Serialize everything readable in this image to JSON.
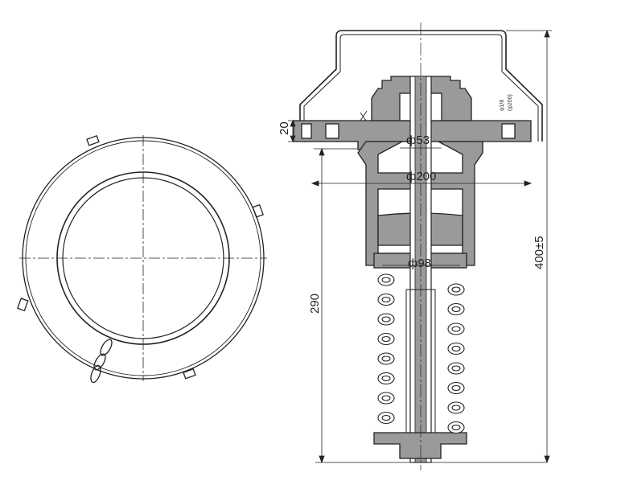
{
  "dimensions": {
    "flange_thickness": "20",
    "stem_diameter": "ф53",
    "flange_diameter": "ф200",
    "spring_seat_diameter": "ф98",
    "spring_height": "290",
    "overall_height": "400±5"
  },
  "notes": {
    "small_label_1": "φ1/8",
    "small_label_2": "(φ200)"
  },
  "colors": {
    "line": "#222222",
    "hatch": "#9a9a9a",
    "background": "#ffffff"
  }
}
